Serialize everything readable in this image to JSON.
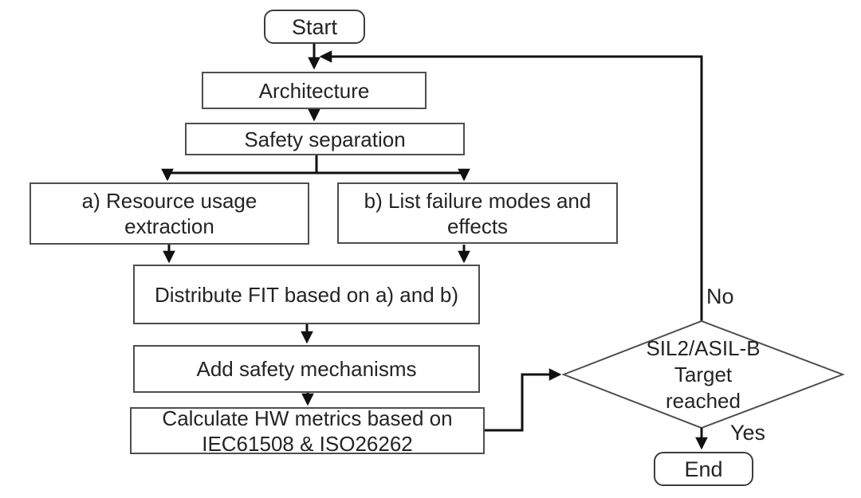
{
  "theme": {
    "line": "#111111",
    "box_border": "#4e4e4e",
    "terminator_border": "#3d3d3d",
    "text": "#242424",
    "background": "#ffffff"
  },
  "flowchart": {
    "nodes": {
      "start": {
        "label": "Start",
        "type": "terminator"
      },
      "architecture": {
        "label": "Architecture",
        "type": "process"
      },
      "safety_separation": {
        "label": "Safety separation",
        "type": "process"
      },
      "resource_usage": {
        "label": "a) Resource usage\nextraction",
        "type": "process"
      },
      "failure_modes": {
        "label": "b) List failure modes and\neffects",
        "type": "process"
      },
      "distribute_fit": {
        "label": "Distribute FIT based on a) and b)",
        "type": "process"
      },
      "add_safety_mechanisms": {
        "label": "Add safety mechanisms",
        "type": "process"
      },
      "calculate_hw_metrics": {
        "label": "Calculate HW metrics based on\nIEC61508 & ISO26262",
        "type": "process"
      },
      "target_reached_decision": {
        "label": "SIL2/ASIL-B\nTarget\nreached",
        "type": "decision"
      },
      "end": {
        "label": "End",
        "type": "terminator"
      }
    },
    "edge_labels": {
      "no": "No",
      "yes": "Yes"
    }
  }
}
